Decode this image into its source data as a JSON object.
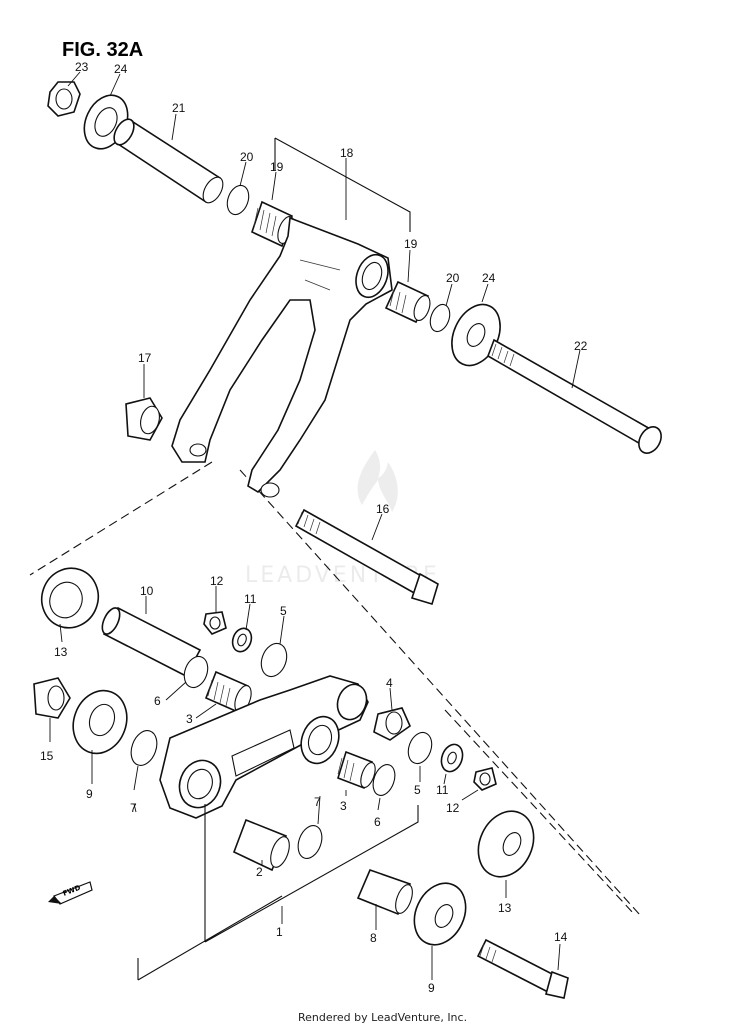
{
  "figure": {
    "title": "FIG. 32A",
    "watermark": "LEADVENTURE",
    "footer": "Rendered by LeadVenture, Inc.",
    "fwd_label": "FWD"
  },
  "callouts": {
    "c1": "1",
    "c2": "2",
    "c3a": "3",
    "c3b": "3",
    "c4": "4",
    "c5a": "5",
    "c5b": "5",
    "c6a": "6",
    "c6b": "6",
    "c7a": "7",
    "c7b": "7",
    "c8": "8",
    "c9a": "9",
    "c9b": "9",
    "c10": "10",
    "c11a": "11",
    "c11b": "11",
    "c12a": "12",
    "c12b": "12",
    "c13a": "13",
    "c13b": "13",
    "c14": "14",
    "c15": "15",
    "c16": "16",
    "c17": "17",
    "c18": "18",
    "c19a": "19",
    "c19b": "19",
    "c20a": "20",
    "c20b": "20",
    "c21": "21",
    "c22": "22",
    "c23": "23",
    "c24a": "24",
    "c24b": "24"
  }
}
